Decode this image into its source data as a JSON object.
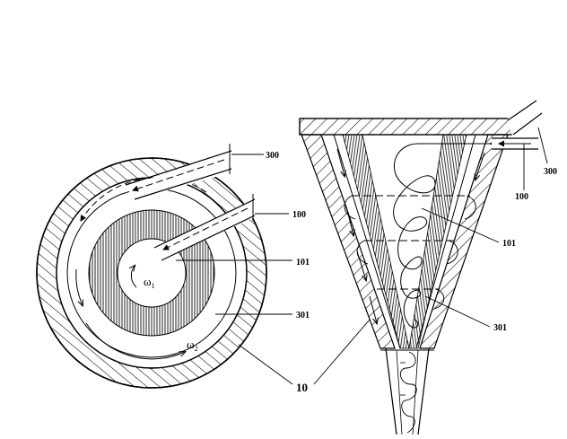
{
  "figure": {
    "labels": {
      "l300_left": "300",
      "l100_left": "100",
      "l101_left": "101",
      "l301_left": "301",
      "l10": "10",
      "l300_right": "300",
      "l100_right": "100",
      "l101_right": "101",
      "l301_right": "301"
    },
    "omega1": {
      "symbol": "ω",
      "sub": "1"
    },
    "omega2": {
      "symbol": "ω",
      "sub": "2"
    }
  },
  "colors": {
    "line": "#000000",
    "hatch": "#555555",
    "background": "#ffffff"
  }
}
